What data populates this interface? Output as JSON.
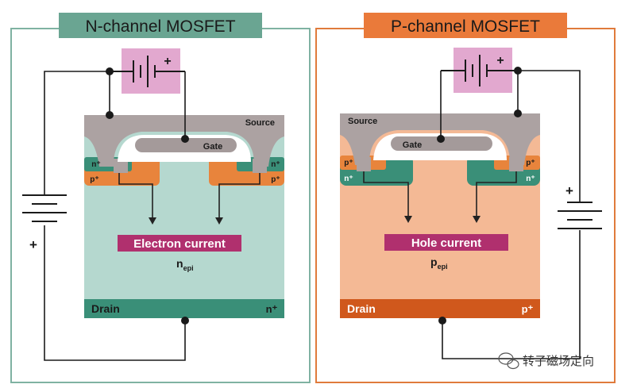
{
  "n_panel": {
    "title": "N-channel MOSFET",
    "source": "Source",
    "gate": "Gate",
    "drain": "Drain",
    "drain_doping": "n⁺",
    "left_n": "n⁺",
    "left_p": "p⁺",
    "right_n": "n⁺",
    "right_p": "p⁺",
    "current_label": "Electron current",
    "epi_base": "n",
    "epi_sub": "epi",
    "battery_plus": "+",
    "side_battery_plus": "+"
  },
  "p_panel": {
    "title": "P-channel MOSFET",
    "source": "Source",
    "gate": "Gate",
    "drain": "Drain",
    "drain_doping": "p⁺",
    "left_p": "p⁺",
    "left_n": "n⁺",
    "right_p": "p⁺",
    "right_n": "n⁺",
    "current_label": "Hole current",
    "epi_base": "p",
    "epi_sub": "epi",
    "battery_plus": "+",
    "side_battery_plus": "+"
  },
  "watermark": "转子磁场定向",
  "colors": {
    "n_frame": "#7fb2a2",
    "n_title_bg": "#6aa592",
    "n_body": "#b5d8cf",
    "n_drain": "#3a8f78",
    "n_region": "#3a8f78",
    "p_region_in_n": "#e8843c",
    "p_frame": "#e07b3c",
    "p_title_bg": "#ea7a3a",
    "p_body": "#f4b995",
    "p_drain": "#d0581c",
    "metal": "#aca2a2",
    "gate_poly": "#a49a9a",
    "battery_bg": "#e2a8cf",
    "current_bg": "#b0306e"
  }
}
